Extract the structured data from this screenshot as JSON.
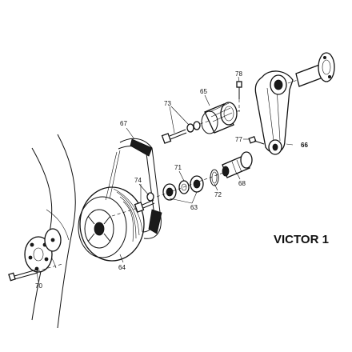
{
  "title": "VICTOR 1",
  "parts": [
    {
      "number": "78",
      "bold": false
    },
    {
      "number": "65",
      "bold": false
    },
    {
      "number": "73",
      "bold": false
    },
    {
      "number": "67",
      "bold": false
    },
    {
      "number": "66",
      "bold": true
    },
    {
      "number": "77",
      "bold": false
    },
    {
      "number": "71",
      "bold": false
    },
    {
      "number": "74",
      "bold": false
    },
    {
      "number": "68",
      "bold": false
    },
    {
      "number": "72",
      "bold": false
    },
    {
      "number": "63",
      "bold": false
    },
    {
      "number": "64",
      "bold": false
    },
    {
      "number": "70",
      "bold": false
    }
  ],
  "colors": {
    "ink": "#111111",
    "background": "#ffffff"
  }
}
